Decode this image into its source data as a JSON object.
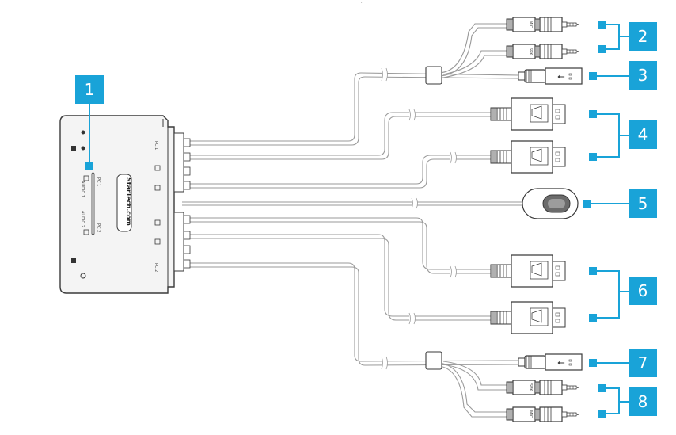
{
  "colors": {
    "callout": "#19a3d8",
    "outline": "#3a3a3a",
    "cable": "#9a9a9a",
    "device_fill": "#f4f4f4"
  },
  "device": {
    "brand": "StarTech.com",
    "port_label_pc1": "PC 1",
    "port_label_pc2": "PC 2",
    "audio1_label": "AUDIO 1",
    "audio2_label": "AUDIO 2",
    "switch_pc1": "PC 1",
    "switch_pc2": "PC 2"
  },
  "connectors": {
    "mic_label": "MIC",
    "spk_label": "SPK",
    "usb_symbol": "usb-icon"
  },
  "callouts": [
    {
      "id": "1",
      "label": "1"
    },
    {
      "id": "2",
      "label": "2"
    },
    {
      "id": "3",
      "label": "3"
    },
    {
      "id": "4",
      "label": "4"
    },
    {
      "id": "5",
      "label": "5"
    },
    {
      "id": "6",
      "label": "6"
    },
    {
      "id": "7",
      "label": "7"
    },
    {
      "id": "8",
      "label": "8"
    }
  ]
}
